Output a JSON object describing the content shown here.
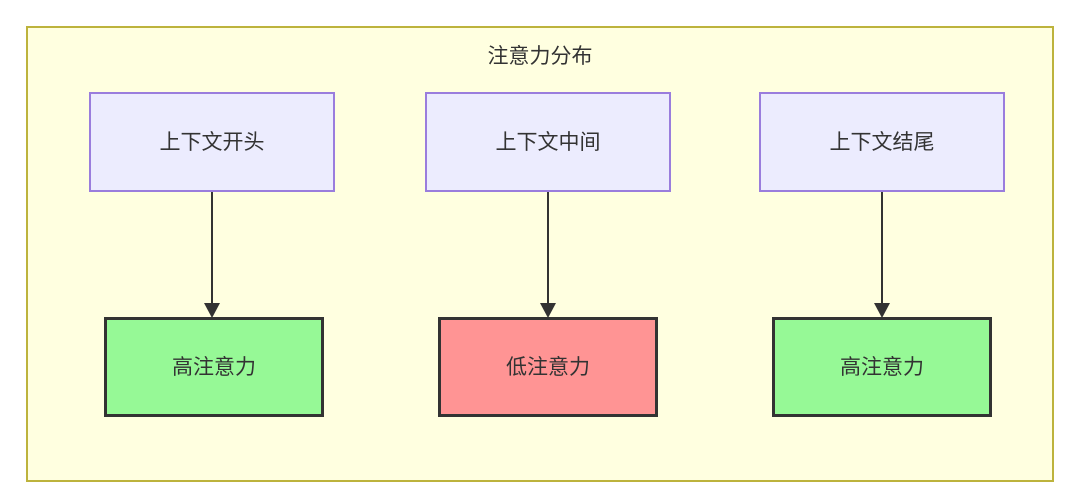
{
  "diagram": {
    "title": "注意力分布",
    "background_color": "#ffffff",
    "container": {
      "fill": "#ffffe0",
      "border_color": "#bdb33c"
    },
    "nodes": {
      "context": [
        {
          "id": "ctx-start",
          "label": "上下文开头",
          "fill": "#ececfe",
          "border": "#9a7ddd"
        },
        {
          "id": "ctx-middle",
          "label": "上下文中间",
          "fill": "#ececfe",
          "border": "#9a7ddd"
        },
        {
          "id": "ctx-end",
          "label": "上下文结尾",
          "fill": "#ececfe",
          "border": "#9a7ddd"
        }
      ],
      "attention": [
        {
          "id": "attn-start",
          "label": "高注意力",
          "fill": "#96f996",
          "border": "#333333",
          "level": "high"
        },
        {
          "id": "attn-middle",
          "label": "低注意力",
          "fill": "#ff9494",
          "border": "#333333",
          "level": "low"
        },
        {
          "id": "attn-end",
          "label": "高注意力",
          "fill": "#96f996",
          "border": "#333333",
          "level": "high"
        }
      ]
    },
    "edges": [
      {
        "from": "ctx-start",
        "to": "attn-start",
        "label": ""
      },
      {
        "from": "ctx-middle",
        "to": "attn-middle",
        "label": ""
      },
      {
        "from": "ctx-end",
        "to": "attn-end",
        "label": ""
      }
    ],
    "edge_color": "#333333"
  }
}
